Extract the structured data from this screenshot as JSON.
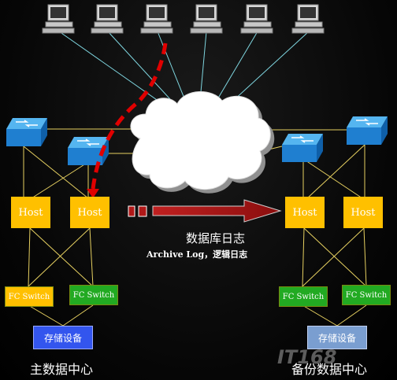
{
  "nodes": {
    "host_label": "Host",
    "fc_switch_label": "FC Switch",
    "storage_label": "存储设备"
  },
  "labels": {
    "log_title": "数据库日志",
    "log_subtitle": "Archive Log，逻辑日志",
    "primary_center": "主数据中心",
    "backup_center": "备份数据中心"
  },
  "watermark": "IT168",
  "colors": {
    "host": "#ffc000",
    "fc_switch_primary": "#22aa22",
    "storage_primary": "#3355ee",
    "storage_backup": "#7a9ed0",
    "switch": "#1f8fd8",
    "arrow": "#b01818",
    "lines": "#e6d060",
    "client_links": "#7fd6e0"
  },
  "icons": [
    "computer-icon",
    "network-switch-icon",
    "cloud-icon"
  ]
}
